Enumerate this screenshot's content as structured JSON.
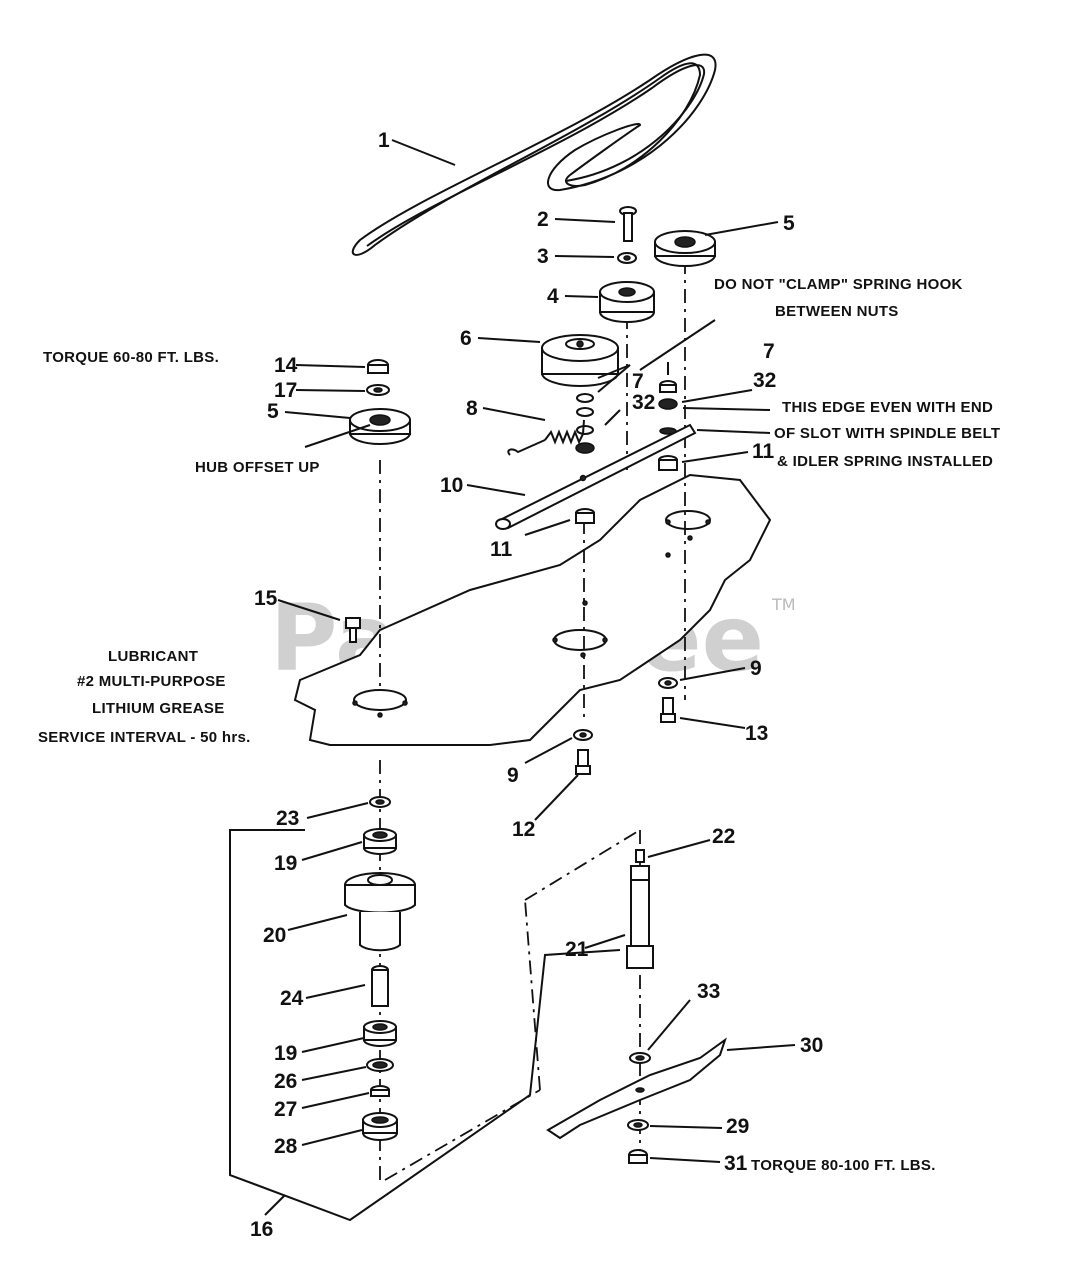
{
  "watermark": {
    "text": "PartsTree",
    "trademark": "TM"
  },
  "callouts": {
    "c1": "1",
    "c2": "2",
    "c3": "3",
    "c4": "4",
    "c5a": "5",
    "c5b": "5",
    "c6": "6",
    "c7a": "7",
    "c7b": "7",
    "c8": "8",
    "c9a": "9",
    "c9b": "9",
    "c10": "10",
    "c11a": "11",
    "c11b": "11",
    "c12": "12",
    "c13": "13",
    "c14": "14",
    "c15": "15",
    "c16": "16",
    "c17": "17",
    "c19a": "19",
    "c19b": "19",
    "c20": "20",
    "c21": "21",
    "c22": "22",
    "c23": "23",
    "c24": "24",
    "c26": "26",
    "c27": "27",
    "c28": "28",
    "c29": "29",
    "c30": "30",
    "c31": "31",
    "c32a": "32",
    "c32b": "32",
    "c33": "33"
  },
  "notes": {
    "torque_top": "TORQUE 60-80 FT. LBS.",
    "hub_offset": "HUB OFFSET UP",
    "clamp_1": "DO NOT \"CLAMP\" SPRING HOOK",
    "clamp_2": "BETWEEN NUTS",
    "edge_1": "THIS EDGE EVEN WITH END",
    "edge_2": "OF SLOT WITH SPINDLE BELT",
    "edge_3": "& IDLER SPRING INSTALLED",
    "lube_1": "LUBRICANT",
    "lube_2": "#2 MULTI-PURPOSE",
    "lube_3": "LITHIUM GREASE",
    "lube_4": "SERVICE INTERVAL - 50 hrs.",
    "torque_bottom": "TORQUE 80-100 FT. LBS."
  }
}
